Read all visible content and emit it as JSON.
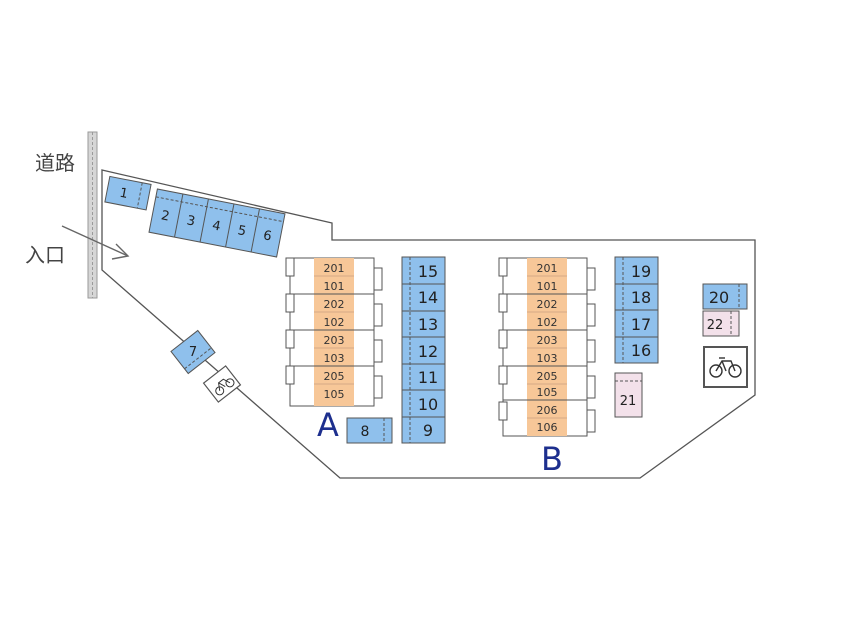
{
  "labels": {
    "road": "道路",
    "entrance": "入口",
    "building_a": "A",
    "building_b": "B"
  },
  "colors": {
    "parking_blue": "#8fc0ec",
    "parking_pink": "#f3e1ea",
    "unit_orange": "#f7c798",
    "building_text": "#1d2f8e",
    "outline": "#555555"
  },
  "spaces": {
    "s1": "1",
    "s2": "2",
    "s3": "3",
    "s4": "4",
    "s5": "5",
    "s6": "6",
    "s7": "7",
    "s8": "8",
    "s9": "9",
    "s10": "10",
    "s11": "11",
    "s12": "12",
    "s13": "13",
    "s14": "14",
    "s15": "15",
    "s16": "16",
    "s17": "17",
    "s18": "18",
    "s19": "19",
    "s20": "20",
    "s21": "21",
    "s22": "22"
  },
  "building_a_units": [
    "201",
    "101",
    "202",
    "102",
    "203",
    "103",
    "205",
    "105"
  ],
  "building_b_units": [
    "201",
    "101",
    "202",
    "102",
    "203",
    "103",
    "205",
    "105",
    "206",
    "106"
  ],
  "icons": {
    "bicycle": "bicycle-icon",
    "arrow": "entrance-arrow-icon"
  }
}
